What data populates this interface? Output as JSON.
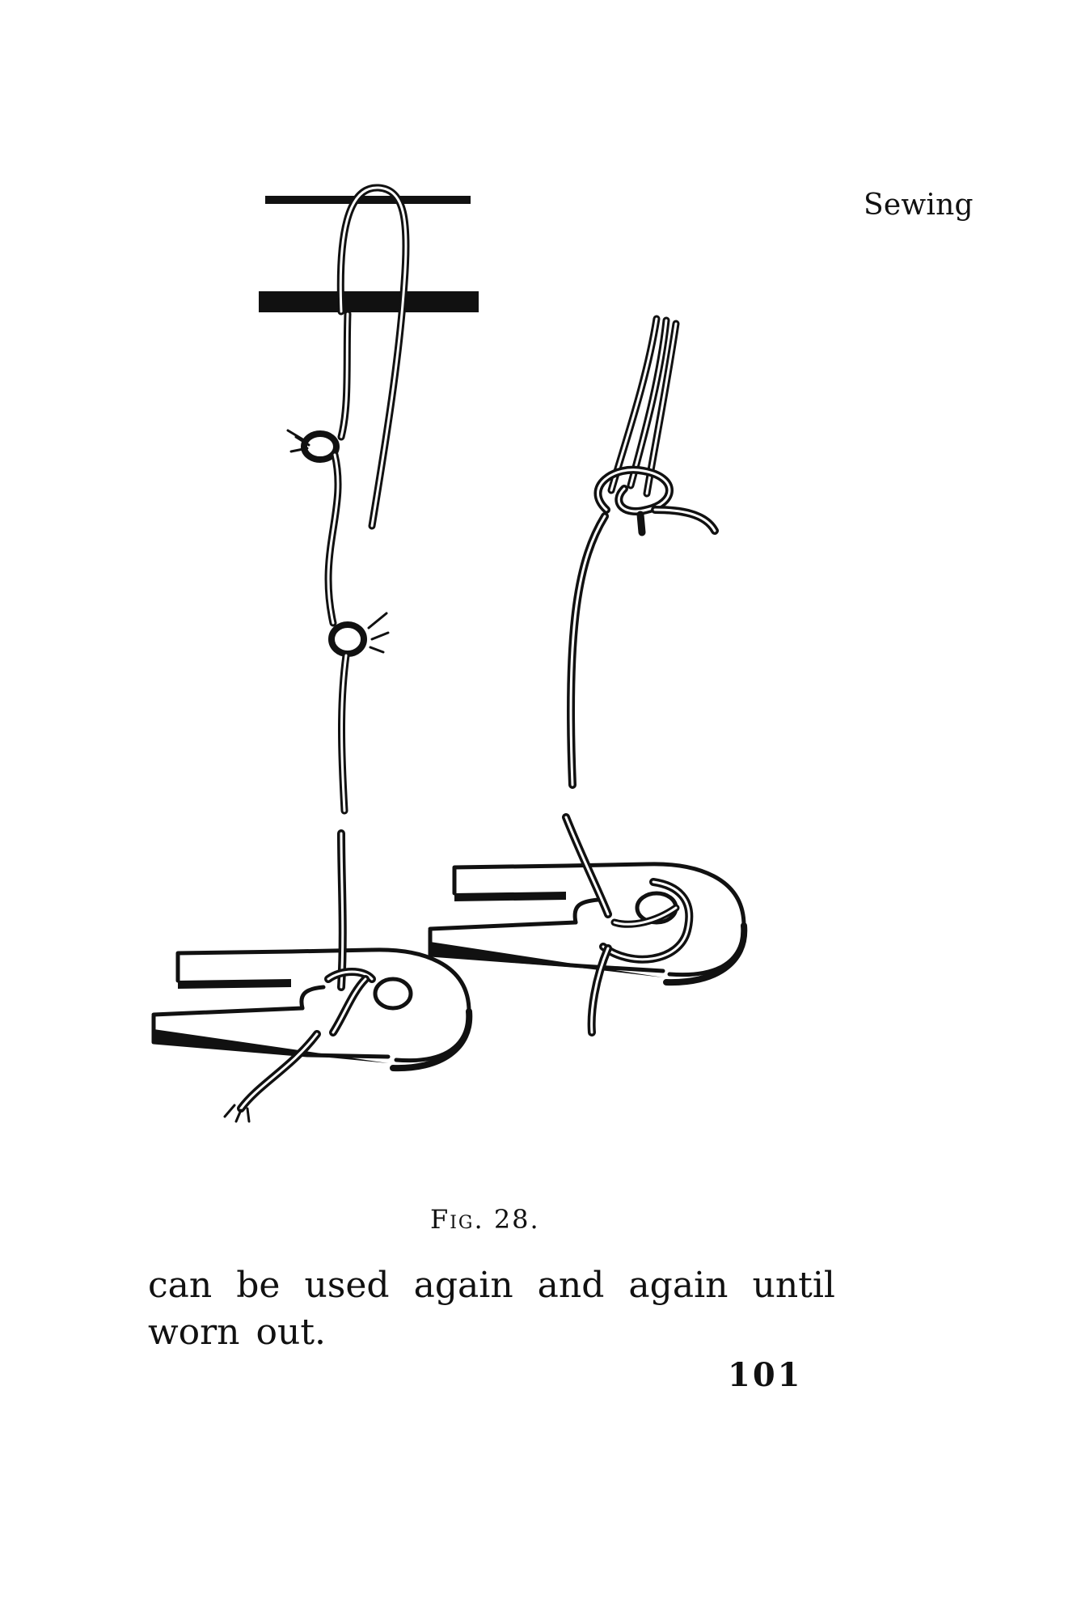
{
  "page": {
    "running_head": "Sewing",
    "figure_caption_label": "Fig.",
    "figure_caption_number": "28.",
    "body_text": "can be used again and again until worn out.",
    "page_number": "101"
  },
  "figure": {
    "depicts": "knot-tying-diagrams",
    "line_color": "#111111"
  }
}
